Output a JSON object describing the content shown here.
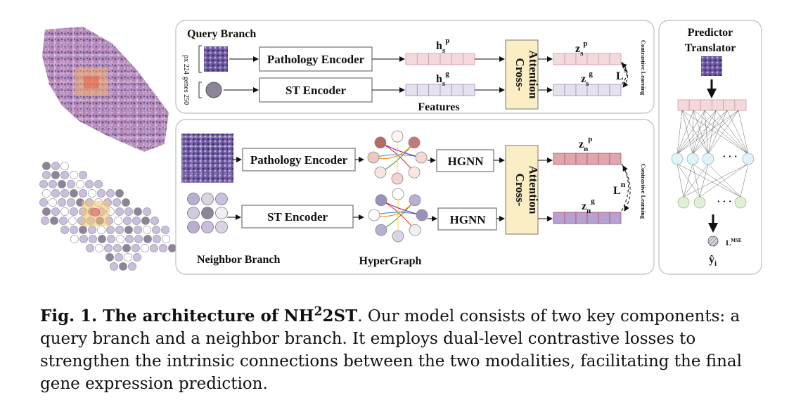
{
  "figure": {
    "query": {
      "title": "Query Branch",
      "side_px": "224",
      "side_px_unit": "px",
      "side_genes": "250",
      "side_genes_unit": "genes",
      "pathology_encoder": "Pathology Encoder",
      "st_encoder": "ST Encoder",
      "h_main": "h",
      "h_sub": "s",
      "h_sup_p": "p",
      "h_sup_g": "g",
      "features": "Features",
      "cross_attention_1": "Cross-",
      "cross_attention_2": "Attention",
      "z_main": "z",
      "z_sub": "s",
      "z_sup_p": "p",
      "z_sup_g": "g",
      "loss_main": "L",
      "loss_sup": "s",
      "contrastive": "Contrastive Learning"
    },
    "neighbor": {
      "title": "Neighbor Branch",
      "pathology_encoder": "Pathology Encoder",
      "st_encoder": "ST Encoder",
      "hgnn_1": "HGNN",
      "hgnn_2": "HGNN",
      "hypergraph": "HyperGraph",
      "cross_attention_1": "Cross-",
      "cross_attention_2": "Attention",
      "z_main": "z",
      "z_sub": "n",
      "z_sup_p": "p",
      "z_sup_g": "g",
      "loss_main": "L",
      "loss_sup": "n",
      "contrastive": "Contrastive Learning"
    },
    "predictor": {
      "title_1": "Predictor",
      "title_2": "Translator",
      "dots_1": "· · ·",
      "dots_2": "· · ·",
      "loss_main": "L",
      "loss_sup": "MSE",
      "y_hat": "ŷ",
      "y_sub": "i"
    },
    "colors": {
      "pathology_feature": "#f3d9dc",
      "pathology_feature_border": "#c79aa2",
      "gene_feature": "#e6e0ef",
      "gene_feature_border": "#9a8fb5",
      "cross_attention": "#fbedc4",
      "neighbor_path_feature": "#dfa6ae",
      "neighbor_gene_feature": "#b7a1d2",
      "spot_purple": "#c9bedd",
      "spot_dark": "#8e8498"
    }
  },
  "caption": {
    "label": "Fig. 1. The architecture of NH",
    "label_sup": "2",
    "label_end": "2ST",
    "text": ". Our model consists of two key components: a query branch and a neighbor branch. It employs dual-level contrastive losses to strengthen the intrinsic connections between the two modalities, facilitating the final gene expression prediction."
  }
}
